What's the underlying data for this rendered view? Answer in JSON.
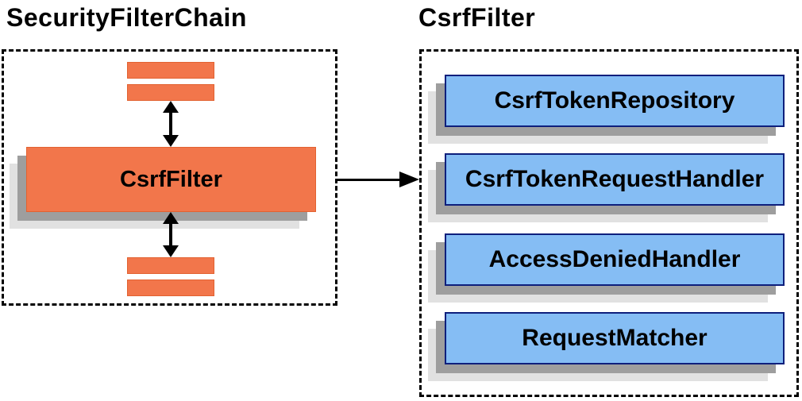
{
  "diagram": {
    "left": {
      "title": "SecurityFilterChain",
      "filter_box_label": "CsrfFilter"
    },
    "right": {
      "title": "CsrfFilter",
      "components": [
        {
          "label": "CsrfTokenRepository"
        },
        {
          "label": "CsrfTokenRequestHandler"
        },
        {
          "label": "AccessDeniedHandler"
        },
        {
          "label": "RequestMatcher"
        }
      ]
    },
    "colors": {
      "orange_fill": "#F2764B",
      "orange_border": "#E26231",
      "blue_fill": "#85BDF4",
      "blue_border": "#0E1F7C",
      "shadow_dark": "#9E9E9E",
      "shadow_light": "#E1E1E1",
      "dashed_border": "#000000",
      "arrow": "#000000",
      "text": "#000000"
    }
  }
}
